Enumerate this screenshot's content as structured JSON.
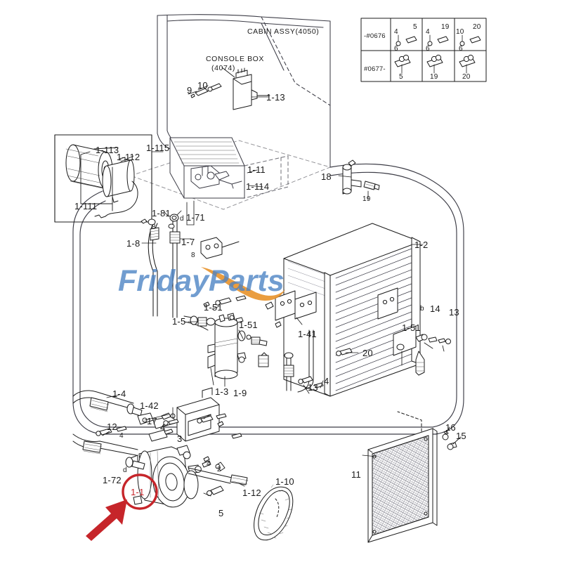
{
  "document": {
    "type": "parts-exploded-diagram",
    "watermark": "FridayParts",
    "watermark_color": "#4a82c4",
    "watermark_accent_color": "#e8922a",
    "line_color": "#1b1b1b",
    "annotation_color": "#c6252a"
  },
  "headings": {
    "cabin_assy": "CABIN ASSY(4050)",
    "console_box": "CONSOLE BOX",
    "console_box_code": "(4074)"
  },
  "bolt_table": {
    "rows": [
      {
        "serial": "-#0676",
        "cells": [
          {
            "left_num": "4",
            "left_num2": "6",
            "right_num": "5"
          },
          {
            "left_num": "4",
            "left_num2": "6",
            "right_num": "19"
          },
          {
            "left_num": "10",
            "left_num2": "6",
            "right_num": "20"
          }
        ]
      },
      {
        "serial": "#0677-",
        "cells": [
          {
            "bottom_num": "5"
          },
          {
            "bottom_num": "19"
          },
          {
            "bottom_num": "20"
          }
        ]
      }
    ]
  },
  "callouts": [
    {
      "id": "c-1-113",
      "text": "1-113"
    },
    {
      "id": "c-1-112",
      "text": "1-112"
    },
    {
      "id": "c-1-111",
      "text": "1-111"
    },
    {
      "id": "c-1-115",
      "text": "1-115"
    },
    {
      "id": "c-1-13",
      "text": "1-13"
    },
    {
      "id": "c-9",
      "text": "9"
    },
    {
      "id": "c-10",
      "text": "10"
    },
    {
      "id": "c-1-11",
      "text": "1-11"
    },
    {
      "id": "c-1-114",
      "text": "1-114"
    },
    {
      "id": "c-1-71",
      "text": "1-71"
    },
    {
      "id": "c-1-81",
      "text": "1-81"
    },
    {
      "id": "c-1-8",
      "text": "1-8"
    },
    {
      "id": "c-1-7",
      "text": "1-7"
    },
    {
      "id": "c-8a",
      "text": "8"
    },
    {
      "id": "c-8b",
      "text": "8"
    },
    {
      "id": "c-d1",
      "text": "d"
    },
    {
      "id": "c-18",
      "text": "18"
    },
    {
      "id": "c-19",
      "text": "19"
    },
    {
      "id": "c-1-2",
      "text": "1-2"
    },
    {
      "id": "c-1-51r",
      "text": "1-51"
    },
    {
      "id": "c-14r",
      "text": "14"
    },
    {
      "id": "c-13r",
      "text": "13"
    },
    {
      "id": "c-br",
      "text": "b"
    },
    {
      "id": "c-1-51a",
      "text": "1-51"
    },
    {
      "id": "c-1-51b",
      "text": "1-51"
    },
    {
      "id": "c-1-5",
      "text": "1-5"
    },
    {
      "id": "c-1-3",
      "text": "1-3"
    },
    {
      "id": "c-1-9",
      "text": "1-9"
    },
    {
      "id": "c-1-41",
      "text": "1-41"
    },
    {
      "id": "c-20",
      "text": "20"
    },
    {
      "id": "c-13m",
      "text": "13"
    },
    {
      "id": "c-4m",
      "text": "4"
    },
    {
      "id": "c-1-4",
      "text": "1-4"
    },
    {
      "id": "c-1-42",
      "text": "1-42"
    },
    {
      "id": "c-17",
      "text": "17"
    },
    {
      "id": "c-4a",
      "text": "4"
    },
    {
      "id": "c-3",
      "text": "3"
    },
    {
      "id": "c-12",
      "text": "12"
    },
    {
      "id": "c-4b",
      "text": "4"
    },
    {
      "id": "c-1-72",
      "text": "1-72"
    },
    {
      "id": "c-d2",
      "text": "d"
    },
    {
      "id": "c-4c",
      "text": "4"
    },
    {
      "id": "c-2",
      "text": "2"
    },
    {
      "id": "c-1-12",
      "text": "1-12"
    },
    {
      "id": "c-5",
      "text": "5"
    },
    {
      "id": "c-1-10",
      "text": "1-10"
    },
    {
      "id": "c-11",
      "text": "11"
    },
    {
      "id": "c-16",
      "text": "16"
    },
    {
      "id": "c-15",
      "text": "15"
    },
    {
      "id": "c-1-1",
      "text": "1-1"
    }
  ],
  "highlight": {
    "label": "1-1",
    "shape": "circle",
    "color": "#c6252a",
    "arrow": "up-right"
  }
}
